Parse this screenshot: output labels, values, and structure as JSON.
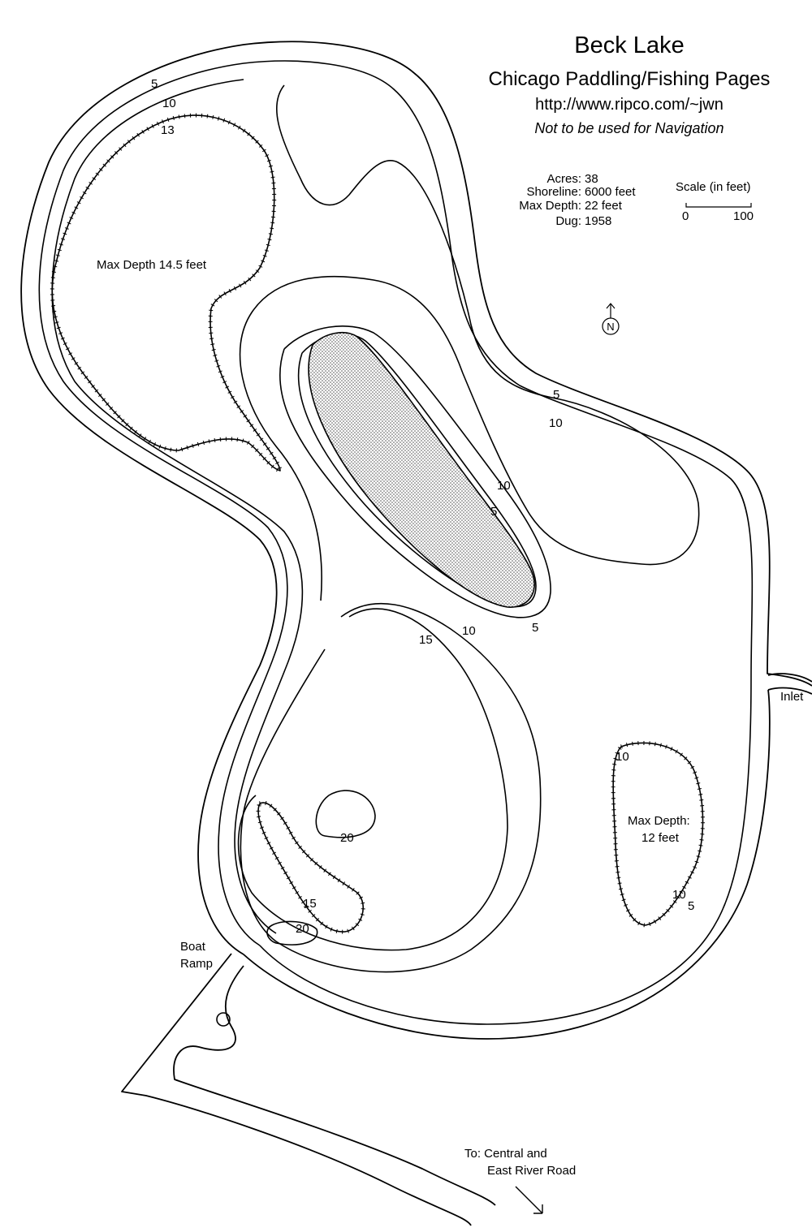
{
  "map": {
    "title": "Beck Lake",
    "subtitle": "Chicago Paddling/Fishing Pages",
    "url": "http://www.ripco.com/~jwn",
    "warning": "Not to be used for Navigation"
  },
  "stats": [
    {
      "label": "Acres:",
      "value": "38"
    },
    {
      "label": "Shoreline:",
      "value": "6000 feet"
    },
    {
      "label": "Max Depth:",
      "value": "22 feet"
    },
    {
      "label": "Dug:",
      "value": "1958"
    }
  ],
  "scale": {
    "title": "Scale (in feet)",
    "min": "0",
    "max": "100"
  },
  "compass": {
    "letter": "N"
  },
  "basins": {
    "northwest_max": "Max Depth 14.5 feet",
    "east_max_line1": "Max Depth:",
    "east_max_line2": "12 feet"
  },
  "places": {
    "inlet": "Inlet",
    "boat_ramp_line1": "Boat",
    "boat_ramp_line2": "Ramp",
    "road_line1": "To: Central  and",
    "road_line2": "East River Road"
  },
  "depth_labels": {
    "nw_5": "5",
    "nw_10": "10",
    "nw_13": "13",
    "ne_5": "5",
    "ne_10": "10",
    "island_10": "10",
    "island_5": "5",
    "island_5_south": "5",
    "center_10": "10",
    "south_15": "15",
    "south_20_a": "20",
    "south_15_b": "15",
    "south_20_b": "20",
    "east_10": "10",
    "east_10_b": "10",
    "east_5": "5"
  },
  "colors": {
    "ink": "#000000",
    "paper": "#ffffff",
    "island_fill": "#d8d8d8"
  }
}
